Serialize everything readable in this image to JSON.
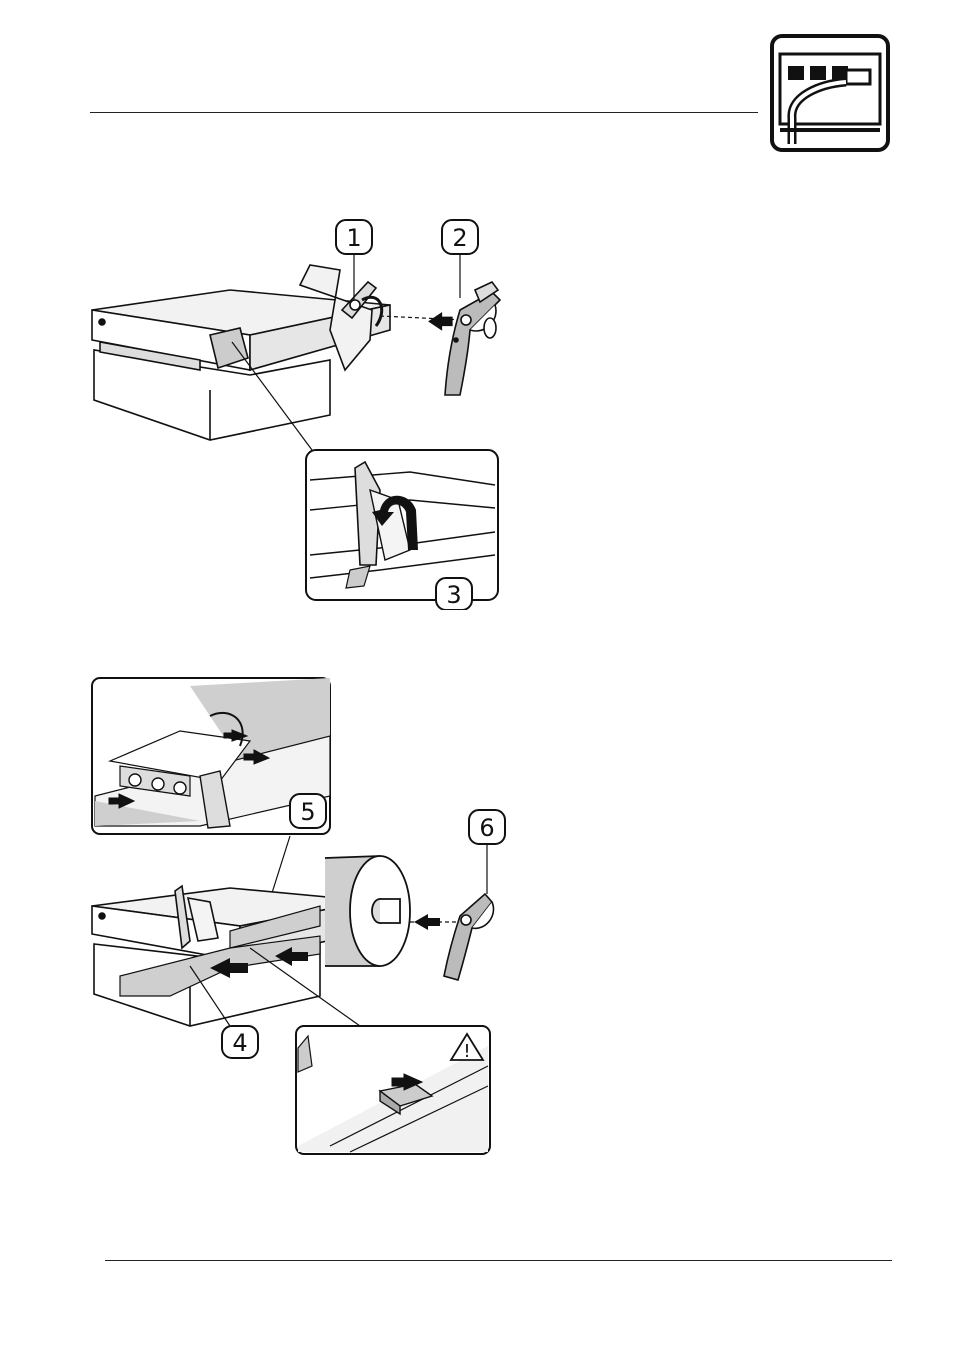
{
  "header": {
    "icon": "network-cable-connector-icon"
  },
  "figure1": {
    "callouts": [
      "1",
      "2",
      "3"
    ],
    "icons": [
      "printer-open-cover",
      "media-guide-arm",
      "curved-arrow-icon",
      "right-arrow-icon"
    ]
  },
  "figure2": {
    "callouts": [
      "5",
      "6",
      "4"
    ],
    "warning_symbol": "!",
    "icons": [
      "media-roll",
      "media-guide-arm",
      "left-arrow-icon",
      "warning-triangle-icon"
    ]
  },
  "colors": {
    "line": "#111111",
    "fill_light": "#eeeeee",
    "fill_media": "#cfcfcf",
    "fill_dark": "#555555"
  }
}
